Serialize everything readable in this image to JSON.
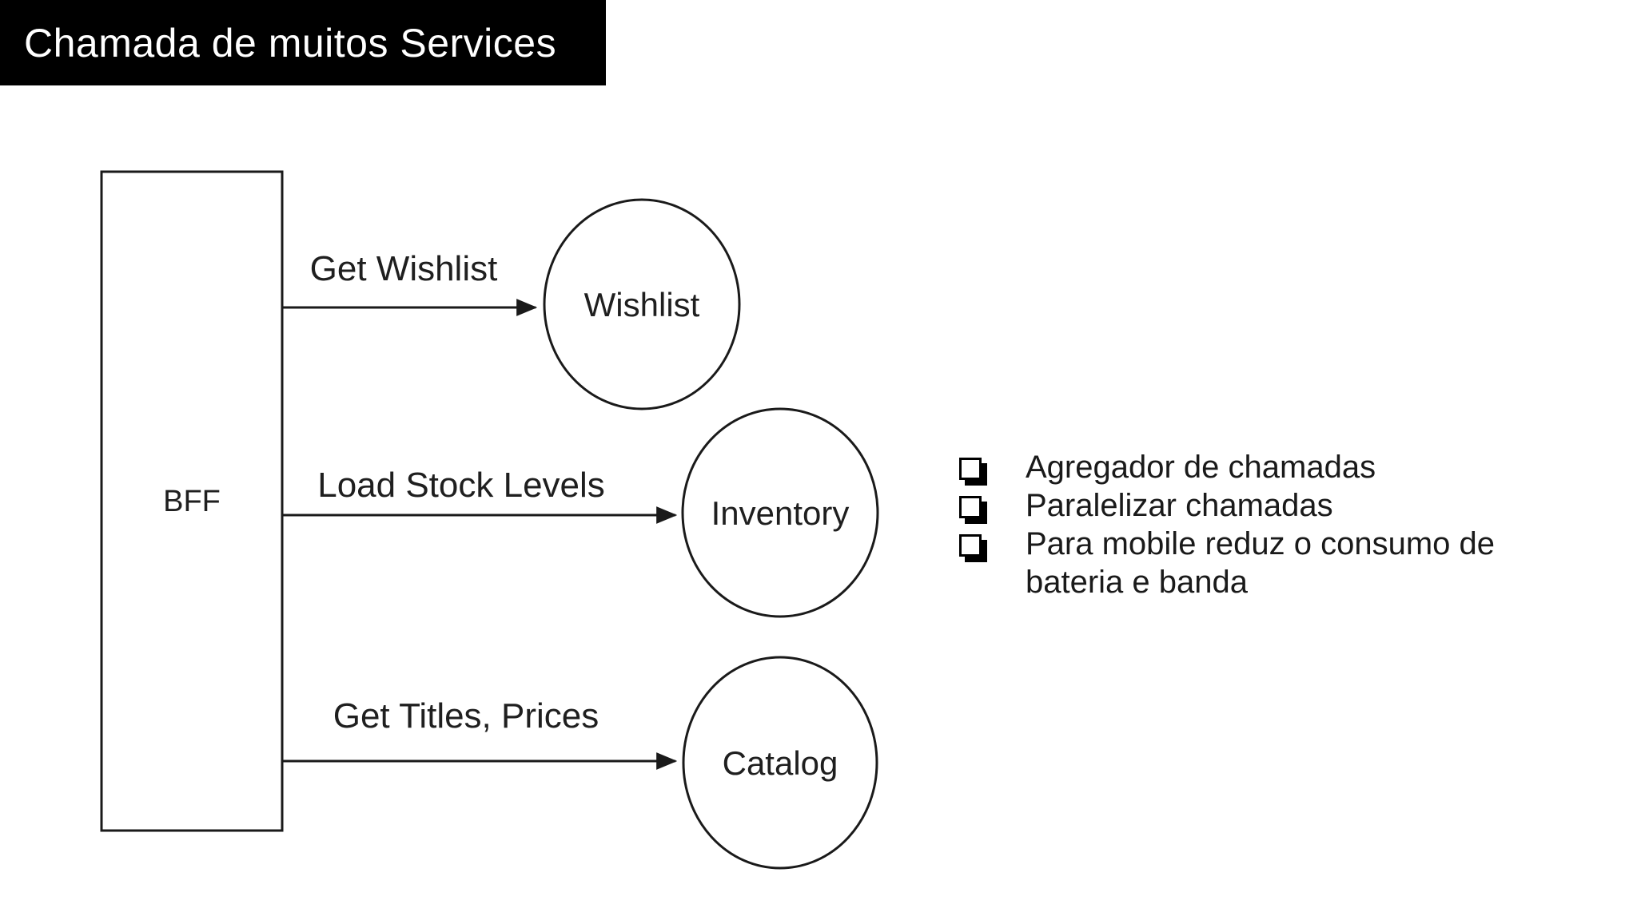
{
  "slide": {
    "title": "Chamada de muitos Services"
  },
  "diagram": {
    "bff_label": "BFF",
    "nodes": [
      {
        "label": "Wishlist"
      },
      {
        "label": "Inventory"
      },
      {
        "label": "Catalog"
      }
    ],
    "edges": [
      {
        "from": "BFF",
        "to": "Wishlist",
        "label": "Get Wishlist"
      },
      {
        "from": "BFF",
        "to": "Inventory",
        "label": "Load Stock Levels"
      },
      {
        "from": "BFF",
        "to": "Catalog",
        "label": "Get Titles, Prices"
      }
    ]
  },
  "notes": {
    "bullet_icon": "drop-shadow-square",
    "items": [
      {
        "text": "Agregador de chamadas"
      },
      {
        "text": "Paralelizar chamadas"
      },
      {
        "text": "Para mobile reduz o consumo de bateria e banda"
      }
    ]
  },
  "colors": {
    "banner_bg": "#000000",
    "banner_text": "#ffffff",
    "ink": "#1a1a1a",
    "background": "#ffffff"
  }
}
